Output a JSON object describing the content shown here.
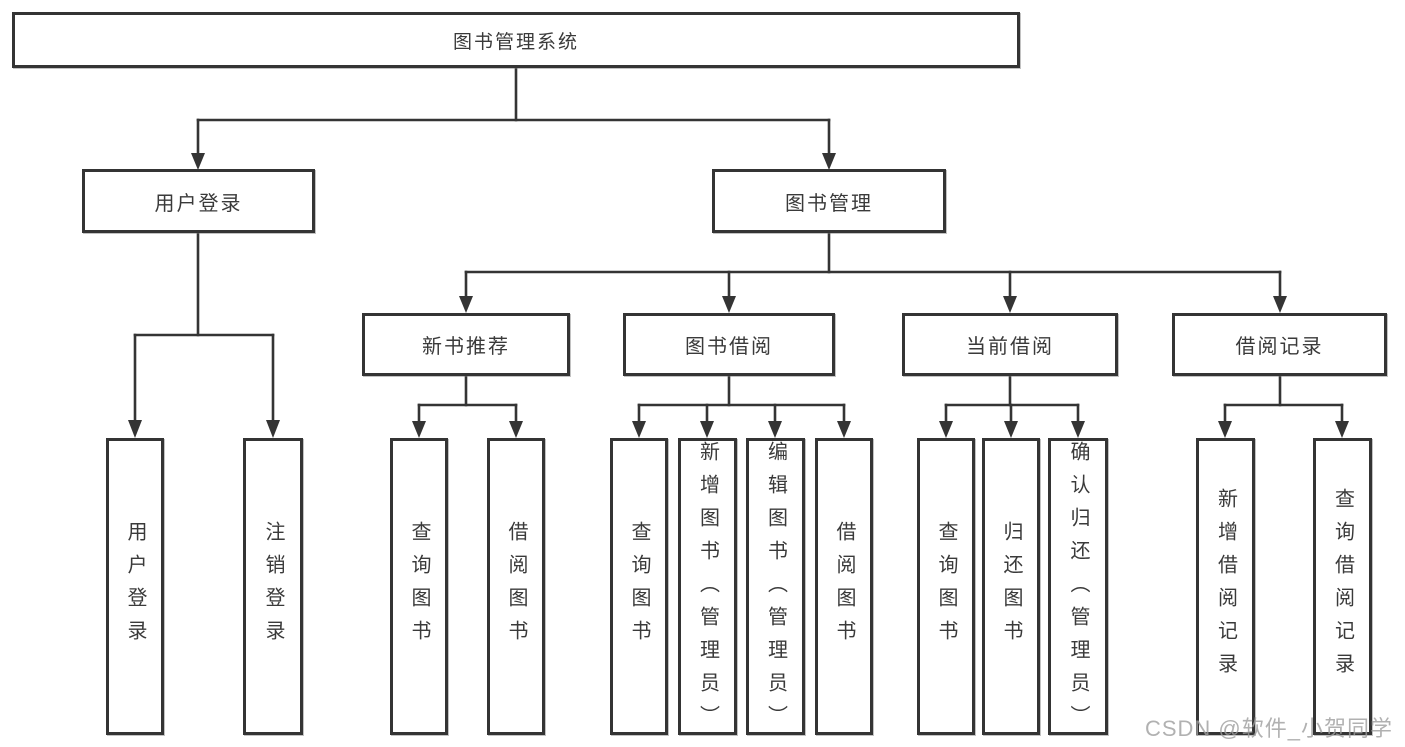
{
  "root": {
    "label": "图书管理系统"
  },
  "branches": [
    {
      "label": "用户登录"
    },
    {
      "label": "图书管理"
    }
  ],
  "sections": [
    {
      "label": "新书推荐"
    },
    {
      "label": "图书借阅"
    },
    {
      "label": "当前借阅"
    },
    {
      "label": "借阅记录"
    }
  ],
  "leaves": [
    {
      "label": "用户登录"
    },
    {
      "label": "注销登录"
    },
    {
      "label": "查询图书"
    },
    {
      "label": "借阅图书"
    },
    {
      "label": "查询图书"
    },
    {
      "label": "新增图书（管理员）"
    },
    {
      "label": "编辑图书（管理员）"
    },
    {
      "label": "借阅图书"
    },
    {
      "label": "查询图书"
    },
    {
      "label": "归还图书"
    },
    {
      "label": "确认归还（管理员）"
    },
    {
      "label": "新增借阅记录"
    },
    {
      "label": "查询借阅记录"
    }
  ],
  "watermark": {
    "text": "CSDN @软件_小贺同学"
  },
  "colors": {
    "line": "#343434",
    "text": "#3a3a3a",
    "background": "#ffffff",
    "watermark": "#9e9e9e"
  }
}
